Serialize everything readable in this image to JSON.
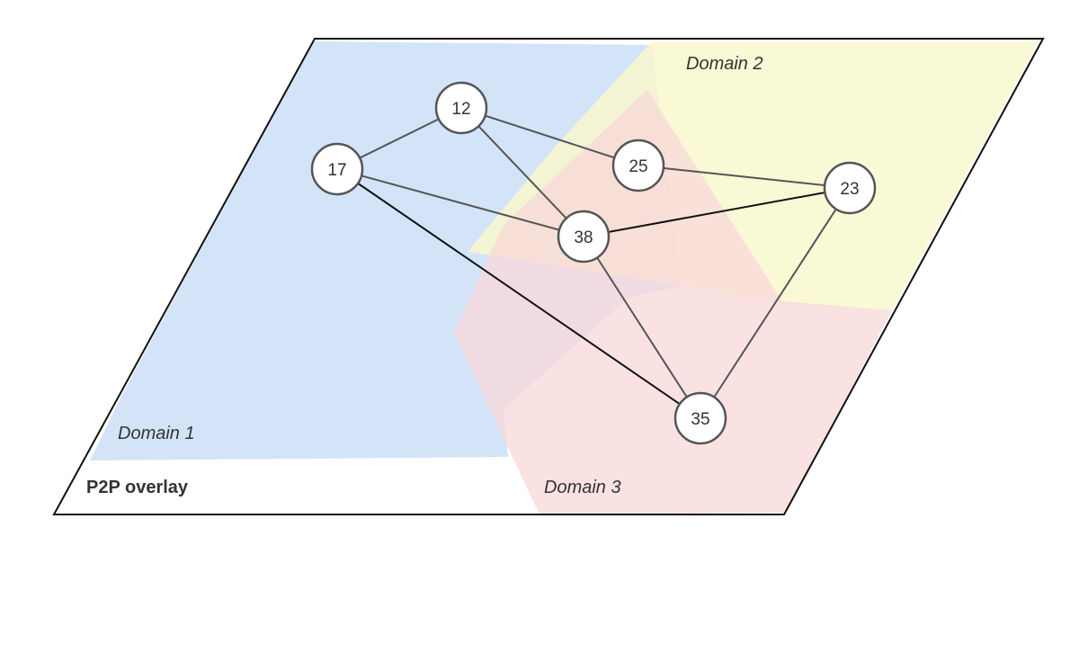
{
  "overlay": {
    "label": "P2P overlay"
  },
  "domains": [
    {
      "id": "domain-1",
      "label": "Domain 1",
      "color": "#cfe2f7"
    },
    {
      "id": "domain-2",
      "label": "Domain 2",
      "color": "#f9f8cc"
    },
    {
      "id": "domain-3",
      "label": "Domain 3",
      "color": "#f8d8da"
    }
  ],
  "nodes": [
    {
      "id": "12",
      "label": "12"
    },
    {
      "id": "17",
      "label": "17"
    },
    {
      "id": "25",
      "label": "25"
    },
    {
      "id": "23",
      "label": "23"
    },
    {
      "id": "38",
      "label": "38"
    },
    {
      "id": "35",
      "label": "35"
    }
  ],
  "edges": [
    {
      "from": "17",
      "to": "12"
    },
    {
      "from": "12",
      "to": "25"
    },
    {
      "from": "12",
      "to": "38"
    },
    {
      "from": "17",
      "to": "38"
    },
    {
      "from": "17",
      "to": "35"
    },
    {
      "from": "25",
      "to": "23"
    },
    {
      "from": "38",
      "to": "23"
    },
    {
      "from": "38",
      "to": "35"
    },
    {
      "from": "23",
      "to": "35"
    }
  ]
}
